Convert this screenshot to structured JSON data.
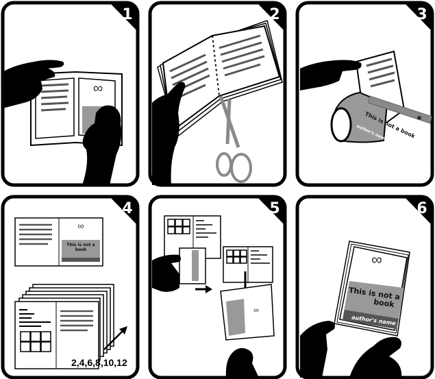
{
  "panels": [
    {
      "step": "1",
      "description_id": "hold-print"
    },
    {
      "step": "2",
      "description_id": "cut-sheets"
    },
    {
      "step": "3",
      "description_id": "fold-roll"
    },
    {
      "step": "4",
      "description_id": "pages"
    },
    {
      "step": "5",
      "description_id": "insert"
    },
    {
      "step": "6",
      "description_id": "finished"
    }
  ],
  "cover": {
    "title_line1": "This is not a",
    "title_line2": "book",
    "author": "author's name",
    "rolled_title": "This is not a book",
    "rolled_author": "author's name",
    "symbol": "∞"
  },
  "pages_label": "2,4,6,8,10,12",
  "colors": {
    "ink": "#000000",
    "paper": "#ffffff",
    "cover_gray": "#999999",
    "cover_dark": "#555555",
    "scissors": "#8a8a8a"
  }
}
